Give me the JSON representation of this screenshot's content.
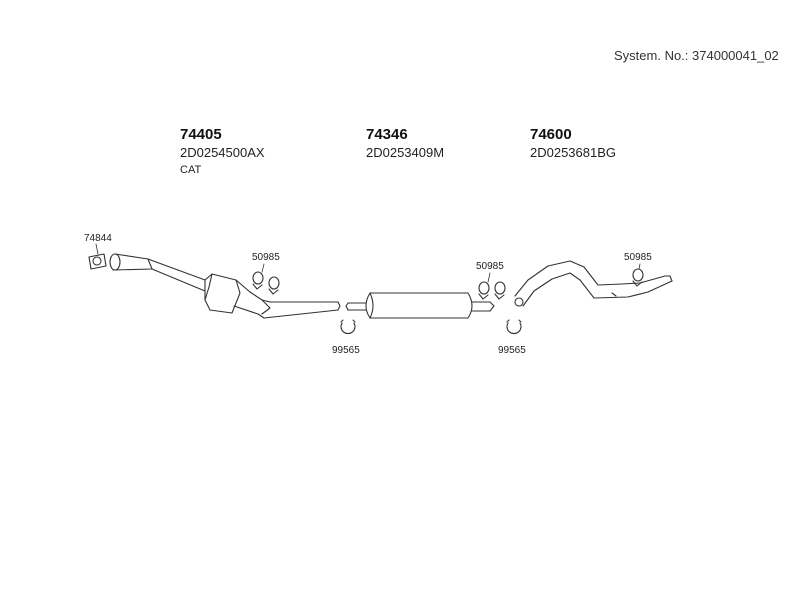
{
  "system_no": "System. No.: 374000041_02",
  "parts": [
    {
      "number": "74405",
      "code": "2D0254500AX",
      "note": "CAT"
    },
    {
      "number": "74346",
      "code": "2D0253409M"
    },
    {
      "number": "74600",
      "code": "2D0253681BG"
    }
  ],
  "callouts": {
    "gasket": "74844",
    "clamp1": "50985",
    "clamp2": "50985",
    "clamp3": "50985",
    "ring1": "99565",
    "ring2": "99565"
  }
}
